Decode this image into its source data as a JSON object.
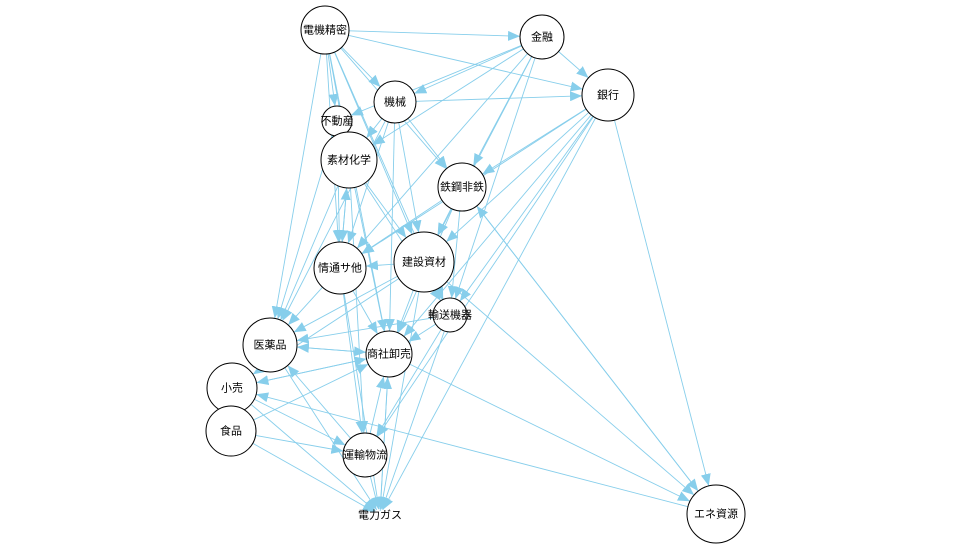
{
  "colors": {
    "edge": "#87ceeb",
    "node_fill": "#ffffff",
    "node_stroke": "#000000"
  },
  "nodes": [
    {
      "id": "denki",
      "label": "電機精密"
    },
    {
      "id": "kinyu",
      "label": "金融"
    },
    {
      "id": "ginko",
      "label": "銀行"
    },
    {
      "id": "kikai",
      "label": "機械"
    },
    {
      "id": "fudo",
      "label": "不動産"
    },
    {
      "id": "sozai",
      "label": "素材化学"
    },
    {
      "id": "tekko",
      "label": "鉄鋼非鉄"
    },
    {
      "id": "joho",
      "label": "情通サ他"
    },
    {
      "id": "kensetsu",
      "label": "建設資材"
    },
    {
      "id": "yuso",
      "label": "輸送機器"
    },
    {
      "id": "iyaku",
      "label": "医薬品"
    },
    {
      "id": "shosha",
      "label": "商社卸売"
    },
    {
      "id": "kouri",
      "label": "小売"
    },
    {
      "id": "shoku",
      "label": "食品"
    },
    {
      "id": "unyu",
      "label": "運輸物流"
    },
    {
      "id": "denryoku",
      "label": "電力ガス"
    },
    {
      "id": "ene",
      "label": "エネ資源"
    }
  ],
  "edges": [
    [
      "denki",
      "kinyu"
    ],
    [
      "denki",
      "ginko"
    ],
    [
      "denki",
      "kikai"
    ],
    [
      "denki",
      "fudo"
    ],
    [
      "denki",
      "sozai"
    ],
    [
      "denki",
      "tekko"
    ],
    [
      "denki",
      "joho"
    ],
    [
      "denki",
      "kensetsu"
    ],
    [
      "denki",
      "iyaku"
    ],
    [
      "denki",
      "shosha"
    ],
    [
      "denki",
      "yuso"
    ],
    [
      "kinyu",
      "ginko"
    ],
    [
      "kinyu",
      "kikai"
    ],
    [
      "kinyu",
      "sozai"
    ],
    [
      "kinyu",
      "tekko"
    ],
    [
      "kinyu",
      "kensetsu"
    ],
    [
      "kinyu",
      "yuso"
    ],
    [
      "kinyu",
      "fudo"
    ],
    [
      "kinyu",
      "joho"
    ],
    [
      "kikai",
      "ginko"
    ],
    [
      "kikai",
      "sozai"
    ],
    [
      "kikai",
      "tekko"
    ],
    [
      "kikai",
      "kensetsu"
    ],
    [
      "kikai",
      "shosha"
    ],
    [
      "kikai",
      "iyaku"
    ],
    [
      "kikai",
      "joho"
    ],
    [
      "ginko",
      "tekko"
    ],
    [
      "ginko",
      "kensetsu"
    ],
    [
      "ginko",
      "yuso"
    ],
    [
      "ginko",
      "shosha"
    ],
    [
      "ginko",
      "ene"
    ],
    [
      "ginko",
      "denryoku"
    ],
    [
      "ginko",
      "joho"
    ],
    [
      "ginko",
      "unyu"
    ],
    [
      "fudo",
      "sozai"
    ],
    [
      "fudo",
      "joho"
    ],
    [
      "fudo",
      "iyaku"
    ],
    [
      "sozai",
      "joho"
    ],
    [
      "sozai",
      "kensetsu"
    ],
    [
      "sozai",
      "shosha"
    ],
    [
      "sozai",
      "iyaku"
    ],
    [
      "sozai",
      "yuso"
    ],
    [
      "sozai",
      "unyu"
    ],
    [
      "tekko",
      "kensetsu"
    ],
    [
      "tekko",
      "joho"
    ],
    [
      "tekko",
      "yuso"
    ],
    [
      "tekko",
      "shosha"
    ],
    [
      "tekko",
      "ene"
    ],
    [
      "kensetsu",
      "joho"
    ],
    [
      "kensetsu",
      "shosha"
    ],
    [
      "kensetsu",
      "yuso"
    ],
    [
      "kensetsu",
      "iyaku"
    ],
    [
      "kensetsu",
      "kouri"
    ],
    [
      "kensetsu",
      "denryoku"
    ],
    [
      "kensetsu",
      "ene"
    ],
    [
      "joho",
      "iyaku"
    ],
    [
      "joho",
      "shosha"
    ],
    [
      "joho",
      "unyu"
    ],
    [
      "joho",
      "sozai"
    ],
    [
      "joho",
      "denryoku"
    ],
    [
      "yuso",
      "shosha"
    ],
    [
      "yuso",
      "iyaku"
    ],
    [
      "yuso",
      "unyu"
    ],
    [
      "yuso",
      "denryoku"
    ],
    [
      "iyaku",
      "denryoku"
    ],
    [
      "iyaku",
      "shosha"
    ],
    [
      "shosha",
      "denryoku"
    ],
    [
      "shosha",
      "kouri"
    ],
    [
      "shosha",
      "ene"
    ],
    [
      "shosha",
      "iyaku"
    ],
    [
      "kouri",
      "shosha"
    ],
    [
      "kouri",
      "denryoku"
    ],
    [
      "kouri",
      "unyu"
    ],
    [
      "shoku",
      "kouri"
    ],
    [
      "shoku",
      "unyu"
    ],
    [
      "shoku",
      "shosha"
    ],
    [
      "shoku",
      "denryoku"
    ],
    [
      "unyu",
      "shosha"
    ],
    [
      "unyu",
      "denryoku"
    ],
    [
      "unyu",
      "iyaku"
    ],
    [
      "ene",
      "kouri"
    ],
    [
      "ene",
      "tekko"
    ],
    [
      "denryoku",
      "shosha"
    ]
  ]
}
